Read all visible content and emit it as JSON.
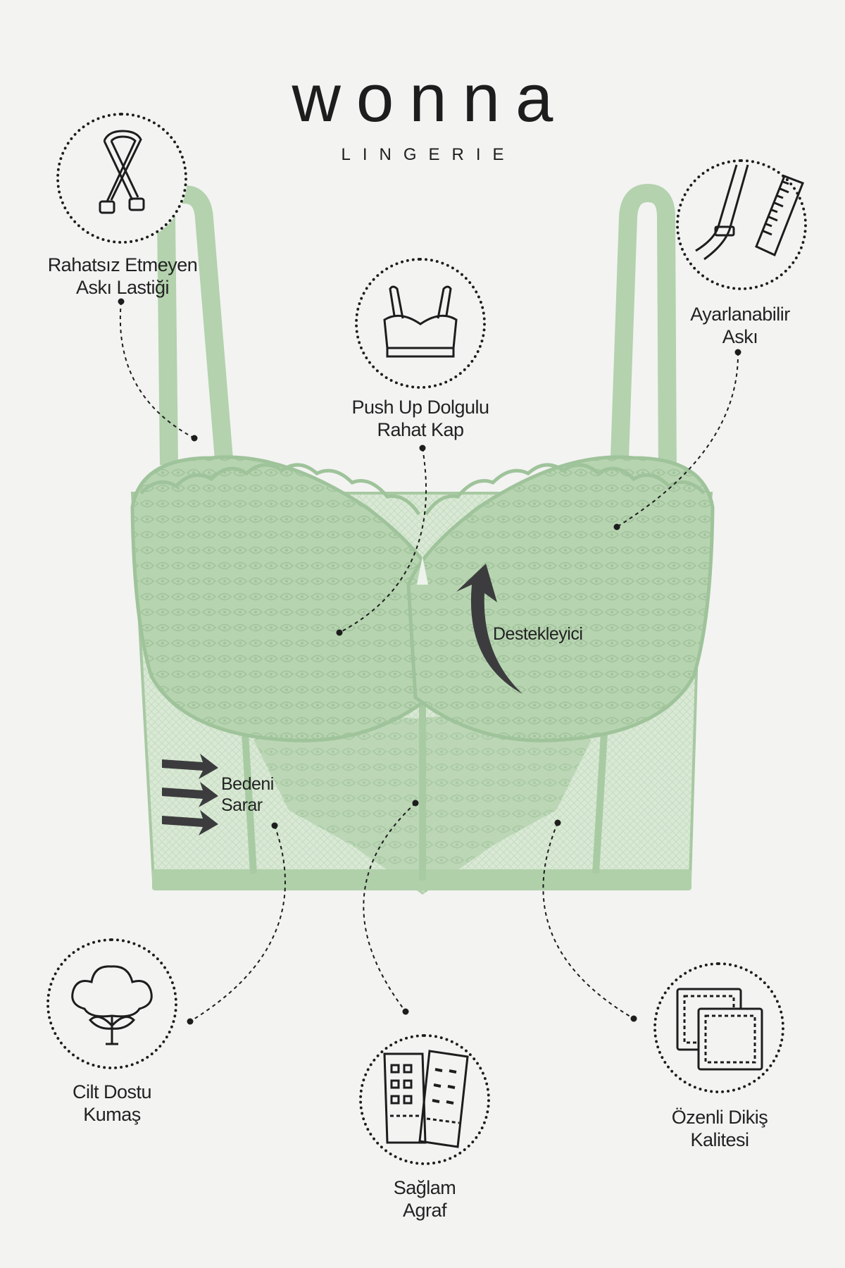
{
  "brand": {
    "name": "wonna",
    "subtitle": "LINGERIE"
  },
  "features": {
    "strap_elastic": {
      "line1": "Rahatsız Etmeyen",
      "line2": "Askı Lastiği",
      "icon": "strap-elastic-icon"
    },
    "adjustable_strap": {
      "line1": "Ayarlanabilir",
      "line2": "Askı",
      "icon": "adjustable-strap-ruler-icon"
    },
    "push_up_cup": {
      "line1": "Push Up Dolgulu",
      "line2": "Rahat Kap",
      "icon": "bra-cup-icon"
    },
    "supportive": {
      "line1": "Destekleyici"
    },
    "body_wrap": {
      "line1": "Bedeni",
      "line2": "Sarar"
    },
    "skin_friendly": {
      "line1": "Cilt Dostu",
      "line2": "Kumaş",
      "icon": "cotton-flower-icon"
    },
    "strong_hook": {
      "line1": "Sağlam",
      "line2": "Agraf",
      "icon": "hook-and-eye-icon"
    },
    "stitch_quality": {
      "line1": "Özenli Dikiş",
      "line2": "Kalitesi",
      "icon": "stitched-fabric-icon"
    }
  },
  "colors": {
    "garment": "#b9d6b4",
    "garment_dark": "#9fc39a",
    "garment_mesh": "#d6e7d2",
    "ink": "#1d1d1d",
    "arrow": "#3c3c3e",
    "background": "#f3f3f2"
  }
}
